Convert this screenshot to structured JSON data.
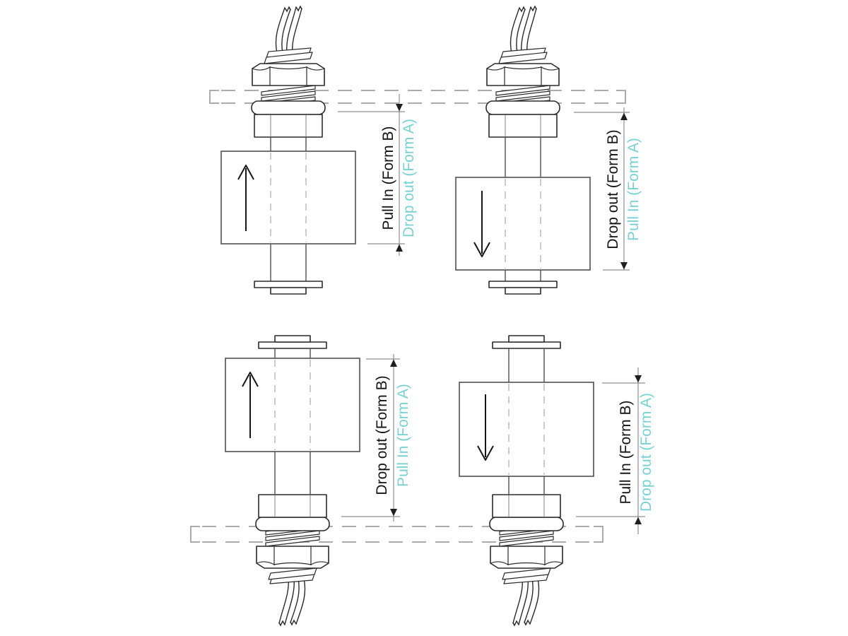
{
  "colors": {
    "accent_teal": "#76d2d2",
    "text": "#111111",
    "hardware_line": "#2b2b2b",
    "float_line": "#4f4f4f",
    "dimension_line": "#8f8f8f",
    "panel_line": "#ababab",
    "hidden_line": "#b0b0b0"
  },
  "diagrams": [
    {
      "id": "top-left",
      "mount": "top",
      "float_arrow": "up",
      "primary_label": "Pull In (Form B)",
      "secondary_label": "Drop out (Form A)"
    },
    {
      "id": "top-right",
      "mount": "top",
      "float_arrow": "down",
      "primary_label": "Drop out (Form B)",
      "secondary_label": "Pull In (Form A)"
    },
    {
      "id": "bottom-left",
      "mount": "bottom",
      "float_arrow": "up",
      "primary_label": "Drop out (Form B)",
      "secondary_label": "Pull In (Form A)"
    },
    {
      "id": "bottom-right",
      "mount": "bottom",
      "float_arrow": "down",
      "primary_label": "Pull In (Form B)",
      "secondary_label": "Drop out (Form A)"
    }
  ]
}
